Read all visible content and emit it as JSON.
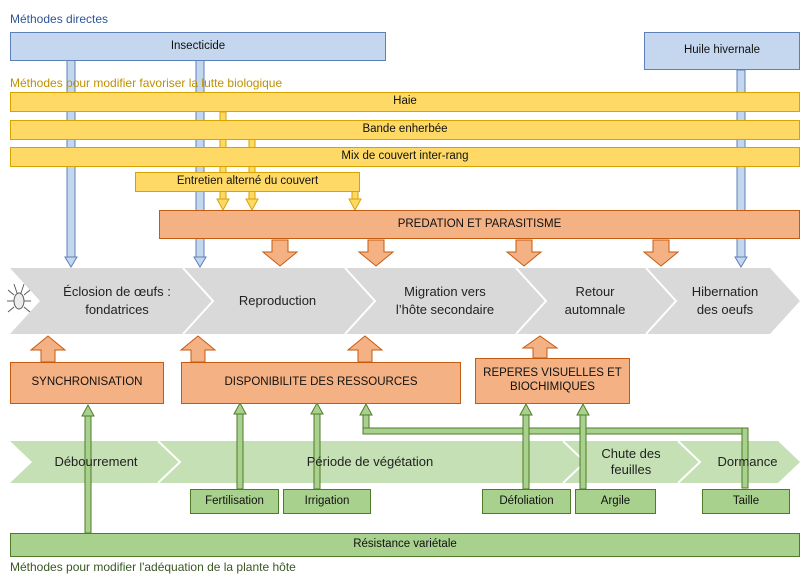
{
  "headers": {
    "direct": "Méthodes directes",
    "biological": "Méthodes pour modifier favoriser la lutte biologique",
    "plant": "Méthodes pour modifier l'adéquation de la plante hôte"
  },
  "direct_methods": {
    "insecticide": "Insecticide",
    "winter_oil": "Huile hivernale"
  },
  "biological_methods": {
    "hedge": "Haie",
    "grass_strip": "Bande enherbée",
    "cover_mix": "Mix de couvert inter-rang",
    "alternate_maintenance": "Entretien alterné du couvert",
    "predation": "PREDATION ET PARASITISME"
  },
  "aphid_cycle": [
    {
      "label": "Éclosion de œufs :\nfondatrices"
    },
    {
      "label": "Reproduction"
    },
    {
      "label": "Migration vers\nl’hôte secondaire"
    },
    {
      "label": "Retour\nautomnale"
    },
    {
      "label": "Hibernation\ndes oeufs"
    }
  ],
  "factors": {
    "synchronisation": "SYNCHRONISATION",
    "resources": "DISPONIBILITE DES RESSOURCES",
    "cues": "REPERES VISUELLES ET\nBIOCHIMIQUES"
  },
  "plant_cycle": [
    {
      "label": "Débourrement"
    },
    {
      "label": "Période de végétation"
    },
    {
      "label": "Chute des\nfeuilles"
    },
    {
      "label": "Dormance"
    }
  ],
  "plant_methods": {
    "fertilisation": "Fertilisation",
    "irrigation": "Irrigation",
    "defoliation": "Défoliation",
    "clay": "Argile",
    "pruning": "Taille",
    "resistance": "Résistance variétale"
  },
  "colors": {
    "direct_header": "#2f5597",
    "bio_header": "#c09000",
    "plant_header": "#385723",
    "chevron_gray": "#d9d9d9",
    "chevron_green": "#c5e0b4"
  }
}
